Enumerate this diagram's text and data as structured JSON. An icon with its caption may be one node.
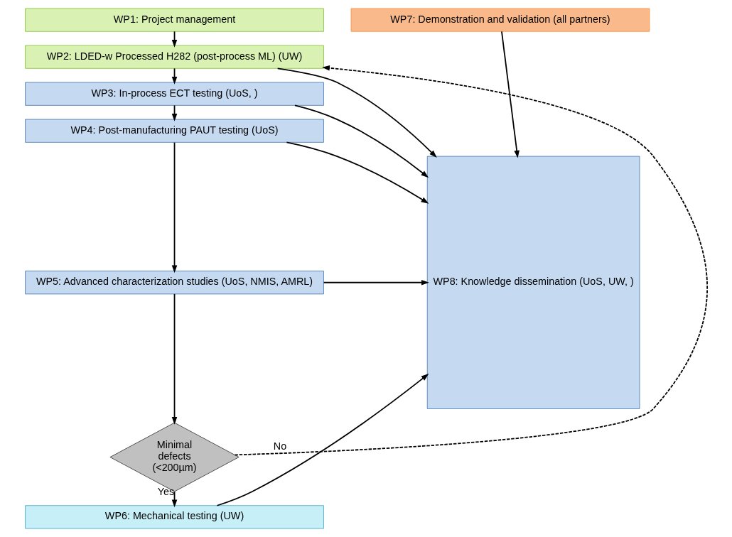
{
  "diagram": {
    "nodes": [
      {
        "text": [
          "WP1: Project management"
        ]
      },
      {
        "text": [
          "WP2: LDED-w Processed H282 (post-process ML) (UW)"
        ]
      },
      {
        "text": [
          "WP3: In-process ECT testing (UoS, )"
        ]
      },
      {
        "text": [
          "WP4: Post-manufacturing PAUT testing (UoS)"
        ]
      },
      {
        "text": [
          "WP5: Advanced characterization studies (UoS, NMIS, AMRL)"
        ]
      },
      {
        "text": [
          "Minimal defects (<200µm)"
        ]
      },
      {
        "text": [
          "WP6: Mechanical testing (UW)"
        ]
      },
      {
        "text": [
          "WP7: Demonstration and validation (all partners)"
        ]
      },
      {
        "text": [
          "WP8: Knowledge dissemination (UoS, UW, )"
        ]
      }
    ],
    "edges": [
      {
        "from": 0,
        "to": 1,
        "arrow": "to"
      },
      {
        "from": 1,
        "to": 2,
        "arrow": "to"
      },
      {
        "from": 2,
        "to": 3,
        "arrow": "to"
      },
      {
        "from": 3,
        "to": 4,
        "arrow": "to"
      },
      {
        "from": 4,
        "to": 5,
        "arrow": "to"
      },
      {
        "from": 5,
        "to": 6,
        "arrow": "to",
        "label": "Yes"
      },
      {
        "from": 5,
        "to": 1,
        "arrow": "to",
        "label": "No",
        "style": "dashed"
      },
      {
        "from": 1,
        "to": 8,
        "arrow": "to"
      },
      {
        "from": 2,
        "to": 8,
        "arrow": "to"
      },
      {
        "from": 3,
        "to": 8,
        "arrow": "to"
      },
      {
        "from": 4,
        "to": 8,
        "arrow": "to"
      },
      {
        "from": 6,
        "to": 8,
        "arrow": "to"
      },
      {
        "from": 7,
        "to": 8,
        "arrow": "to"
      }
    ]
  }
}
